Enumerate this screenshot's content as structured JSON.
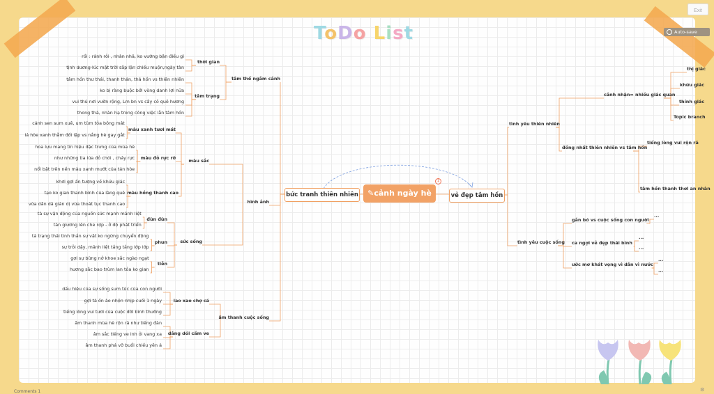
{
  "toolbar": {
    "exit_label": "Exit",
    "autosave_label": "Auto-save"
  },
  "title": "ToDo List",
  "title_letters": [
    {
      "ch": "T",
      "color": "#9ed9e3"
    },
    {
      "ch": "o",
      "color": "#f4c26a"
    },
    {
      "ch": "D",
      "color": "#c9b5e8"
    },
    {
      "ch": "o",
      "color": "#f5a3a3"
    },
    {
      "ch": " ",
      "color": "#ffffff"
    },
    {
      "ch": "L",
      "color": "#f7d56b"
    },
    {
      "ch": "i",
      "color": "#a7dfc2"
    },
    {
      "ch": "s",
      "color": "#f4a9c4"
    },
    {
      "ch": "t",
      "color": "#9ed9e3"
    }
  ],
  "root": {
    "label": "cảnh ngày hè",
    "badge": "1"
  },
  "colors": {
    "accent": "#f2a266",
    "line": "#f0a062",
    "relation": "#7c9fe0",
    "background": "#f6d98c",
    "tape": "#f4a850"
  },
  "left": {
    "label": "bức tranh thiên nhiên",
    "branches": [
      {
        "label": "tâm thế ngắm cảnh",
        "children": [
          {
            "label": "thời gian",
            "items": [
              "rồi : rảnh rỗi , nhàn nhã, ko vướng bận điều gì",
              "tịnh dương-lúc mặt trời sắp lặn chiều muộn,ngày tàn"
            ]
          },
          {
            "label": "tâm trạng",
            "items": [
              "tâm hồn thư thái, thanh thản, thả hồn vs thiên nhiên",
              "ko bị ràng buộc bởi vòng danh lợi nữa",
              "vui thú nơi vườn rộng, Lm bn vs cây cỏ quê hương",
              "thong thả, nhàn hạ trong công việc lẫn tâm hồn"
            ]
          }
        ]
      },
      {
        "label": "hình ảnh",
        "children": [
          {
            "label": "màu sắc",
            "children": [
              {
                "label": "màu xanh tươi mát",
                "items": [
                  "cảnh sen sum xuê, um tùm tỏa bóng mát",
                  "lá hòe xanh thẫm đối lập vs nắng hè gay gắt"
                ]
              },
              {
                "label": "màu đỏ rực rỡ",
                "items": [
                  "hoa lựu mang tín hiệu đặc trưng của mùa hè",
                  "như những tia lửa đỏ chói , cháy rực",
                  "nổi bật trên nền màu xanh mướt  của tán hòe"
                ]
              },
              {
                "label": "màu hồng thanh cao",
                "items": [
                  "khơi gợi ấn tượng về khứu giác",
                  "tạo ko gian thanh bình của làng quê",
                  "vừa dân dã giản dị vừa thoát tục thanh cao"
                ]
              }
            ]
          },
          {
            "label": "sức sống",
            "children": [
              {
                "label": "đùn đùn",
                "items": [
                  "tả sự vận động của nguồn sức mạnh mãnh liệt",
                  "tản giương lên che rợp - ở độ phát triển"
                ]
              },
              {
                "label": "phun",
                "items": [
                  "tả trạng thái tinh thần sự vật ko ngừng chuyển động",
                  "sự trỗi dậy, mãnh liệt tầng tầng lớp lớp"
                ]
              },
              {
                "label": "tiễn",
                "items": [
                  "gợi sự bừng nở khoe sắc ngào ngạt",
                  "hương sắc bao trùm lan tỏa ko gian"
                ]
              }
            ]
          }
        ]
      },
      {
        "label": "âm thanh cuộc sống",
        "children": [
          {
            "label": "lao xao chợ cá",
            "items": [
              "dấu hiệu của sự sống sum túc của con người",
              "gợi tả ồn ào nhộn nhịp cuối 1 ngày",
              "tiếng lòng vui tươi của cuộc đời bình thường"
            ]
          },
          {
            "label": "dắng dỏi cầm ve",
            "items": [
              "âm thanh mùa hè rộn rã như tiếng đàn",
              "âm sắc tiếng ve inh ỏi vang xa",
              "âm thanh phá vỡ buổi chiều yên ả"
            ]
          }
        ]
      }
    ]
  },
  "right": {
    "label": "vẻ đẹp tâm hồn",
    "branches": [
      {
        "label": "tình yêu thiên nhiên",
        "children": [
          {
            "label": "cảnh nhận= nhiều giác quan",
            "items": [
              "thị giác",
              "khứu giác",
              "thính giác",
              "Topic branch"
            ]
          },
          {
            "label": "đồng nhất thiên nhiên vs tâm hồn",
            "items": [
              "tiếng lòng vui rộn rã",
              "tâm hồn thanh thơi an nhàn"
            ]
          }
        ]
      },
      {
        "label": "tình yêu cuộc sống",
        "children": [
          {
            "label": "gắn bó vs cuộc sống con người",
            "items": [
              "..."
            ]
          },
          {
            "label": "ca ngợi vẻ đẹp thái bình",
            "items": [
              "...",
              "..."
            ]
          },
          {
            "label": "ước mơ khát vọng vì dân vì nước",
            "items": [
              "...",
              "..."
            ]
          }
        ]
      }
    ]
  },
  "comments_label": "Comments  1"
}
